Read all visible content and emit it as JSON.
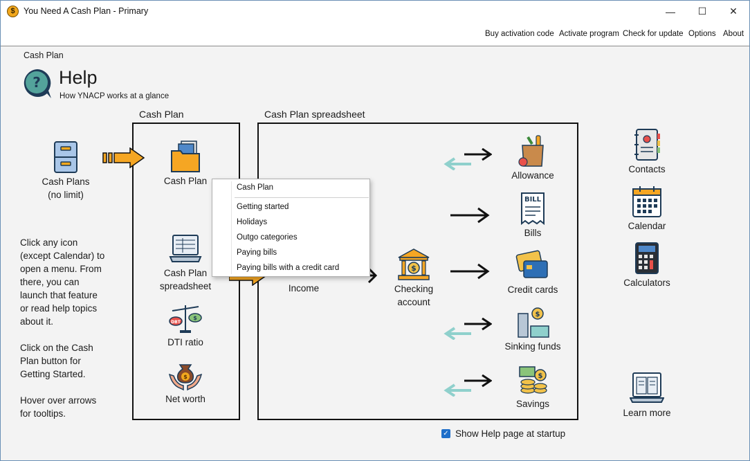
{
  "window": {
    "title": "You Need A Cash Plan - Primary",
    "controls": {
      "minimize": "—",
      "maximize": "☐",
      "close": "✕"
    }
  },
  "menu": [
    "Buy activation code",
    "Activate program",
    "Check for update",
    "Options",
    "About"
  ],
  "breadcrumb": "Cash Plan",
  "header": {
    "title": "Help",
    "subtitle": "How YNACP works at a glance"
  },
  "sections": {
    "cash_plan": "Cash Plan",
    "spreadsheet": "Cash Plan spreadsheet"
  },
  "tiles": {
    "cash_plans": [
      "Cash Plans",
      "(no limit)"
    ],
    "cash_plan": "Cash Plan",
    "cash_plan_spreadsheet": [
      "Cash Plan",
      "spreadsheet"
    ],
    "dti_ratio": "DTI ratio",
    "net_worth": "Net worth",
    "income": "Income",
    "checking_account": [
      "Checking",
      "account"
    ],
    "allowance": "Allowance",
    "bills": "Bills",
    "credit_cards": "Credit cards",
    "sinking_funds": "Sinking funds",
    "savings": "Savings",
    "contacts": "Contacts",
    "calendar": "Calendar",
    "calculators": "Calculators",
    "learn_more": "Learn more"
  },
  "instructions": [
    [
      "Click any icon",
      "(except Calendar) to",
      "open a menu. From",
      "there, you can",
      "launch that feature",
      "or read help topics",
      "about it."
    ],
    [
      "Click on the Cash",
      "Plan button for",
      "Getting Started."
    ],
    [
      "Hover over arrows",
      "for tooltips."
    ]
  ],
  "context_menu": {
    "header": "Cash Plan",
    "items": [
      "Getting started",
      "Holidays",
      "Outgo categories",
      "Paying bills",
      "Paying bills with a credit card"
    ]
  },
  "startup_checkbox": {
    "label": "Show Help page at startup",
    "checked": true
  },
  "colors": {
    "accent": "#1f6fc9",
    "arrow_orange": "#f5a623",
    "arrow_teal": "#8fd0cc",
    "border": "#111111"
  },
  "icons": {
    "app": "dollar-coin-icon",
    "help": "question-bubble-icon"
  }
}
